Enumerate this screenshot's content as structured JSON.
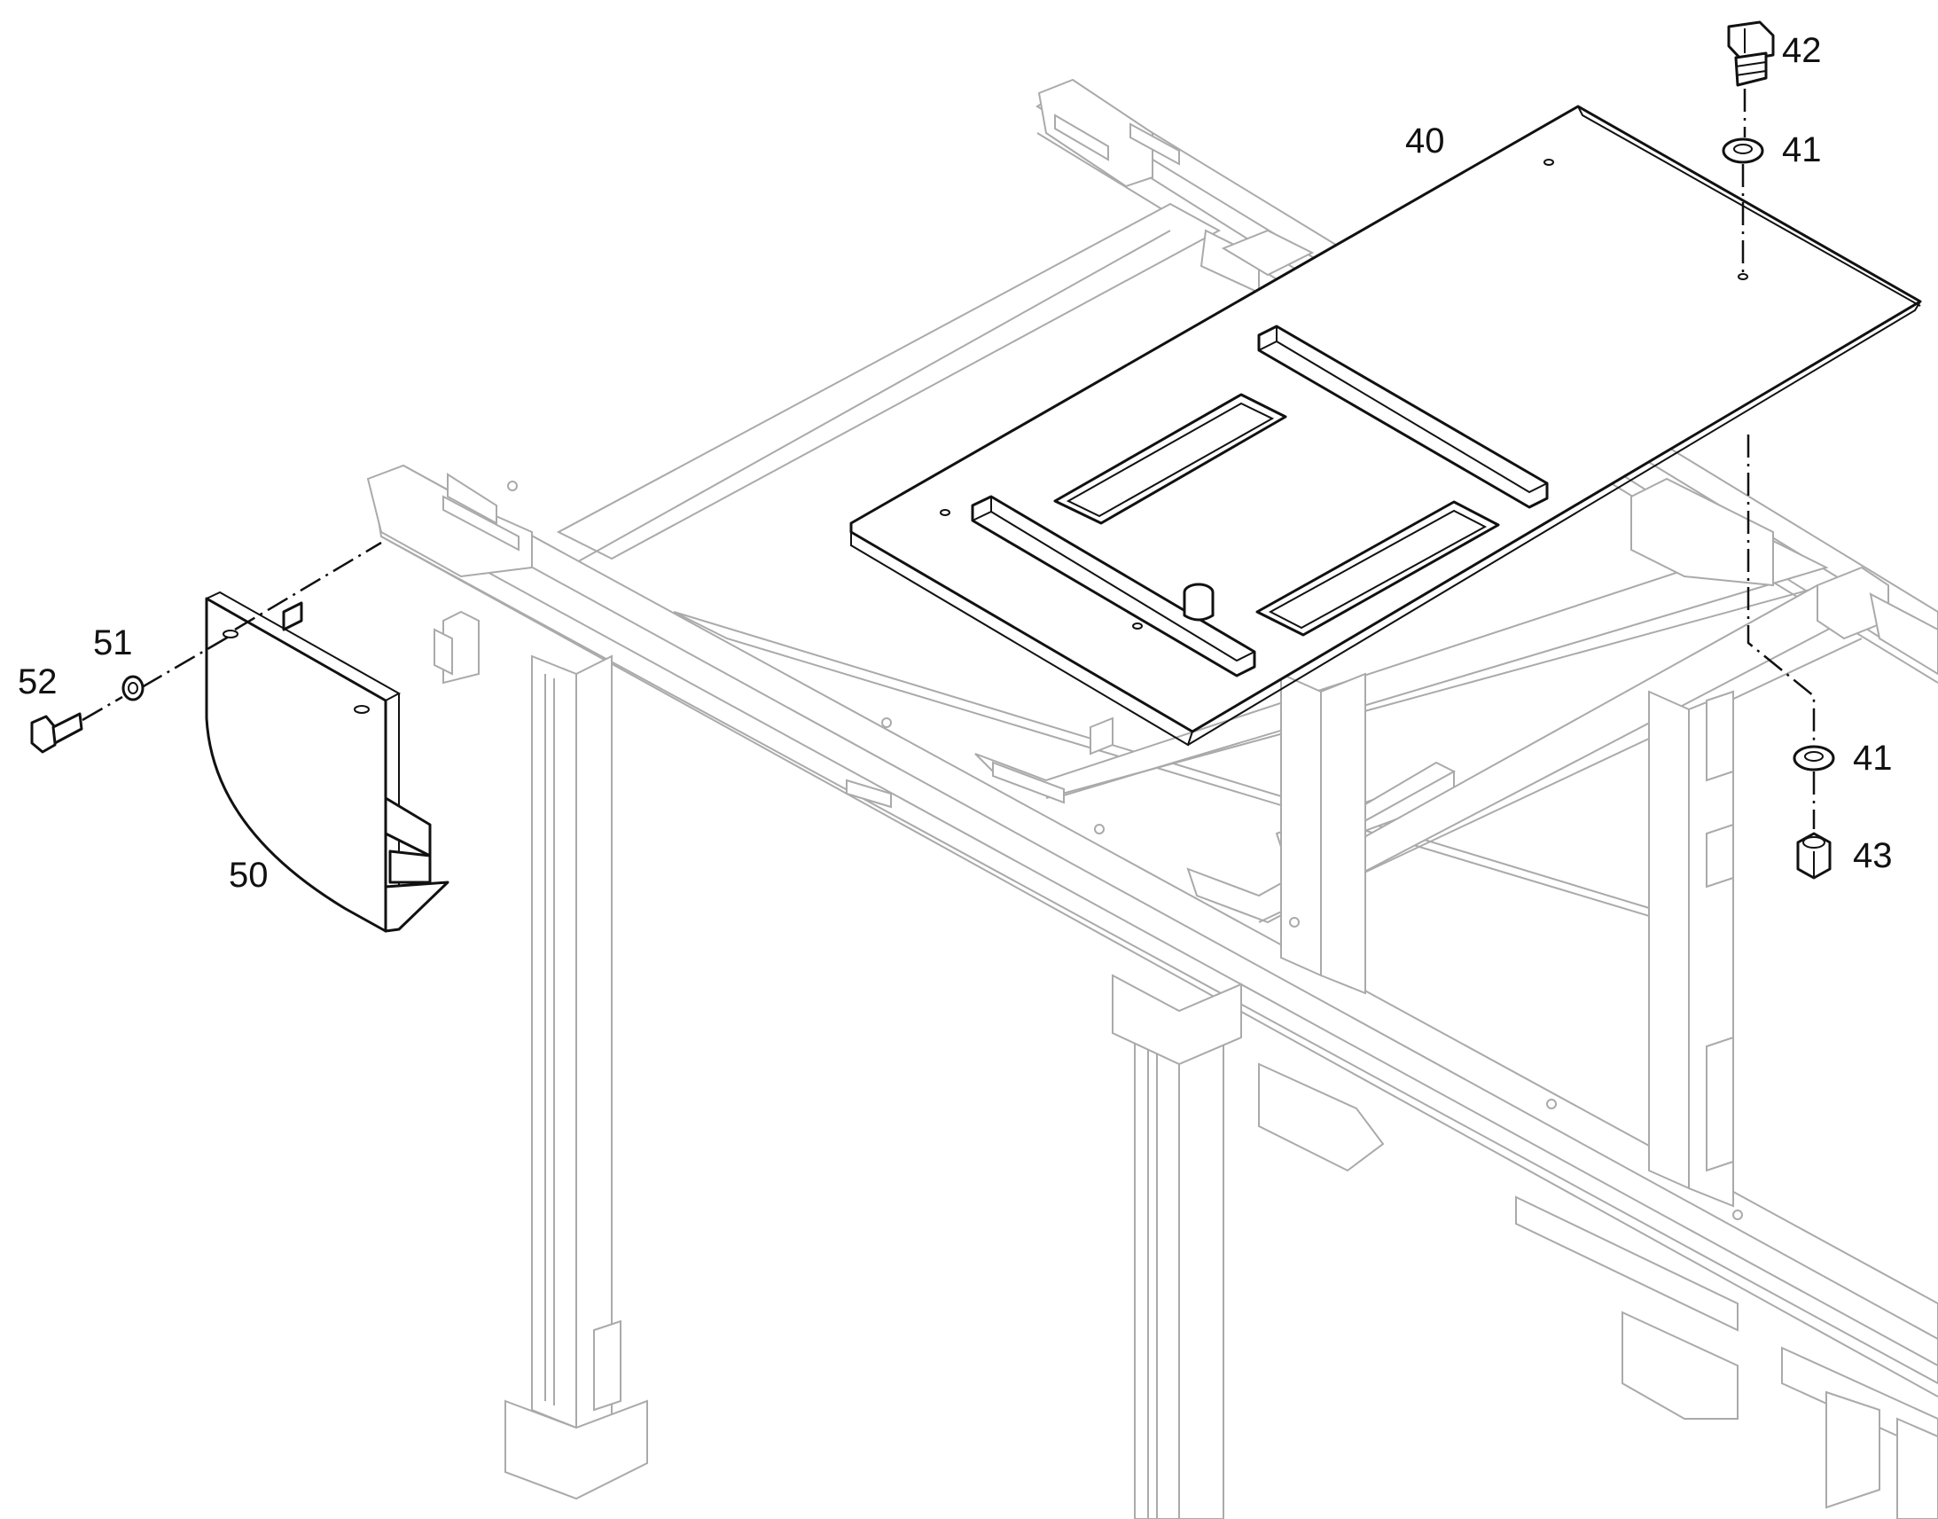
{
  "callouts": {
    "c40": "40",
    "c41_top": "41",
    "c42": "42",
    "c41_bottom": "41",
    "c43": "43",
    "c50": "50",
    "c51": "51",
    "c52": "52"
  }
}
